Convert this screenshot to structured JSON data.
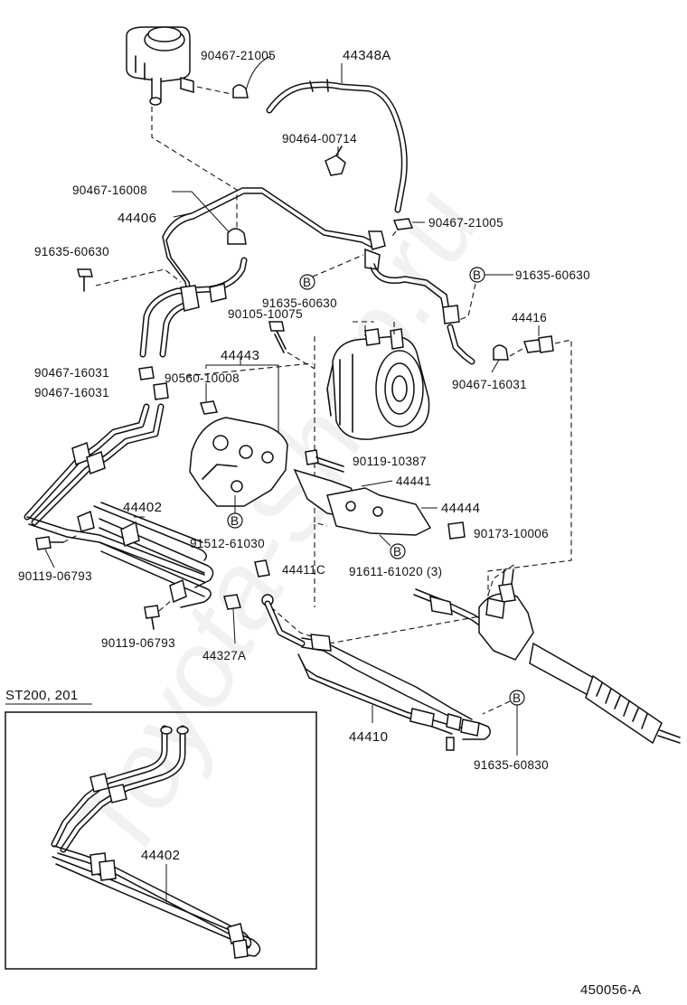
{
  "watermark": "Toyota-Shop.ru",
  "callouts": {
    "reservoir_clamp": "90467-21005",
    "suction_hose": "44348A",
    "clip_top": "90464-00714",
    "pipe_clamp": "90467-16008",
    "pressure_pipe": "44406",
    "pump_clamp": "90467-21005",
    "bolt_left": "91635-60630",
    "bolt_badge_mid": "91635-60630",
    "bolt_right": "91635-60630",
    "pump_bolt": "90105-10075",
    "union": "44416",
    "bracket_assy": "44443",
    "clamp_a": "90467-16031",
    "clamp_b": "90467-16031",
    "nut": "90560-10008",
    "clamp_right": "90467-16031",
    "long_bolt": "90119-10387",
    "bracket_a": "44441",
    "bracket_b": "44444",
    "cooler": "44402",
    "cushion": "90173-10006",
    "bolt_cooler_1": "90119-06793",
    "bracket_bolt": "91512-61030",
    "bracket_bolt_b": "91611-61020 (3)",
    "gasket_c": "44411C",
    "bolt_cooler_2": "90119-06793",
    "union_bolt": "44327A",
    "return_tube": "44410",
    "bolt_bottom": "91635-60830",
    "inset_cooler": "44402"
  },
  "badge_letter": "B",
  "inset_title": "ST200, 201",
  "diagram_code": "450056-A"
}
